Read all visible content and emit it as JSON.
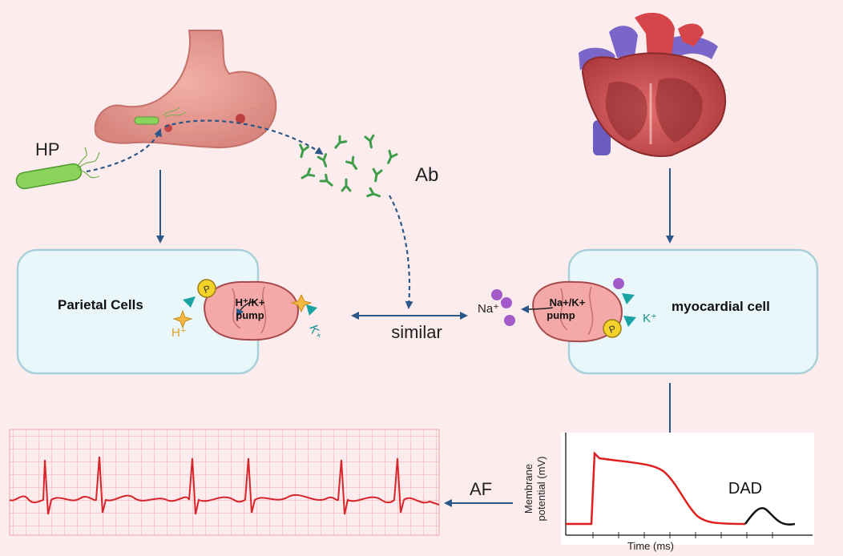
{
  "labels": {
    "hp": "HP",
    "ab": "Ab",
    "similar": "similar",
    "af": "AF",
    "dad": "DAD"
  },
  "left_cell": {
    "title": "Parietal Cells",
    "pump": [
      "H⁺/K+",
      "pump"
    ],
    "phosphate": "P",
    "h_ion": "H⁺",
    "k_ion": "K⁺"
  },
  "right_cell": {
    "title": "myocardial cell",
    "pump": [
      "Na+/K+",
      "pump"
    ],
    "phosphate": "P",
    "na_ion": "Na⁺",
    "k_ion": "K⁺"
  },
  "action_potential": {
    "ylabel_lines": [
      "Membrane",
      "potential (mV)"
    ],
    "xlabel": "Time (ms)"
  },
  "colors": {
    "background": "#fdeced",
    "cell_fill": "#eaf7fa",
    "cell_stroke": "#a9cfd8",
    "arrow": "#2a5788",
    "pump": "#f4a8a8",
    "ecg_trace": "#d8242b",
    "grid": "#f1a6a6",
    "ion_purple": "#a25ac8",
    "ion_teal": "#1aa3a3",
    "phosphate": "#f3d22a"
  }
}
